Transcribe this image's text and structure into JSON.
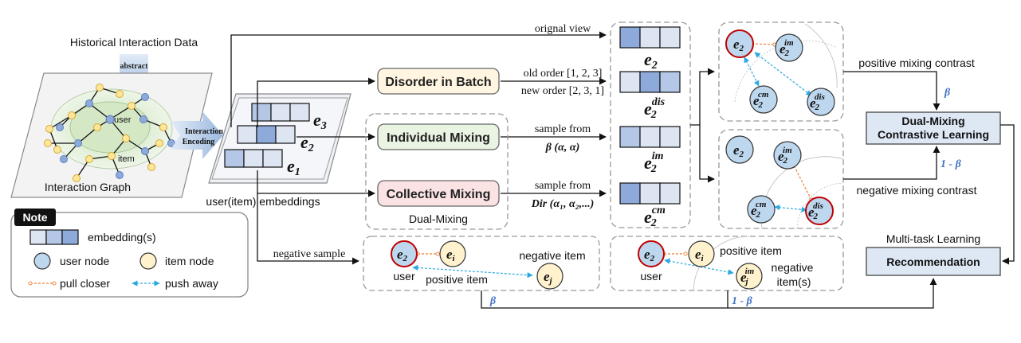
{
  "colors": {
    "cell_light": "#dde5f3",
    "cell_mid": "#b4c7e7",
    "cell_dark": "#8eaadb",
    "user_node": "#bdd7ee",
    "item_node": "#fff2cc",
    "pull": "#ed7d31",
    "push": "#2aa9e0",
    "red_ring": "#c00000",
    "disorder_fill": "#fff5e0",
    "individual_fill": "#eaf4e2",
    "collective_fill": "#fbe3e3",
    "result_fill": "#dee8f5",
    "beta_blue": "#4472c4"
  },
  "input": {
    "hist_label": "Historical Interaction Data",
    "abstract_label": "abstract",
    "graph_label": "Interaction Graph",
    "graph_user": "user",
    "graph_item": "item",
    "encoding_label": [
      "Interaction",
      "Encoding"
    ],
    "emb_labels": [
      "e3",
      "e2",
      "e1"
    ],
    "embeddings_caption": "user(item) embeddings"
  },
  "mixing": {
    "disorder": "Disorder in Batch",
    "individual": "Individual Mixing",
    "collective": "Collective Mixing",
    "dual_label": "Dual-Mixing"
  },
  "arrow_text": {
    "original_view": "orignal view",
    "old_order": "old order [1, 2, 3]",
    "new_order": "new order [2, 3, 1]",
    "sample_from_1": "sample from",
    "beta_dist": "β (α, α)",
    "sample_from_2": "sample from",
    "dir_dist": "Dir (α₁, α₂,...)",
    "negative_sample": "negative sample"
  },
  "views": {
    "base": "e2",
    "dis_sup": "dis",
    "im_sup": "im",
    "cm_sup": "cm"
  },
  "contrast": {
    "positive": "positive mixing contrast",
    "negative": "negative mixing contrast",
    "beta": "β",
    "one_minus_beta": "1 - β",
    "dual_title_1": "Dual-Mixing",
    "dual_title_2": "Contrastive Learning",
    "multitask": "Multi-task Learning",
    "recommendation": "Recommendation"
  },
  "bpr": {
    "user": "user",
    "positive_item": "positive item",
    "negative_item": "negative item",
    "ei": "e",
    "ei_sub": "i",
    "ej": "e",
    "ej_sub": "j",
    "beta": "β",
    "one_minus_beta": "1 - β",
    "positive_item_2": "positive item",
    "negative_item_2": "negative",
    "negative_item_2b": "item(s)"
  },
  "note": {
    "title": "Note",
    "embedding": "embedding(s)",
    "user_node": "user node",
    "item_node": "item node",
    "pull": "pull closer",
    "push": "push away"
  }
}
